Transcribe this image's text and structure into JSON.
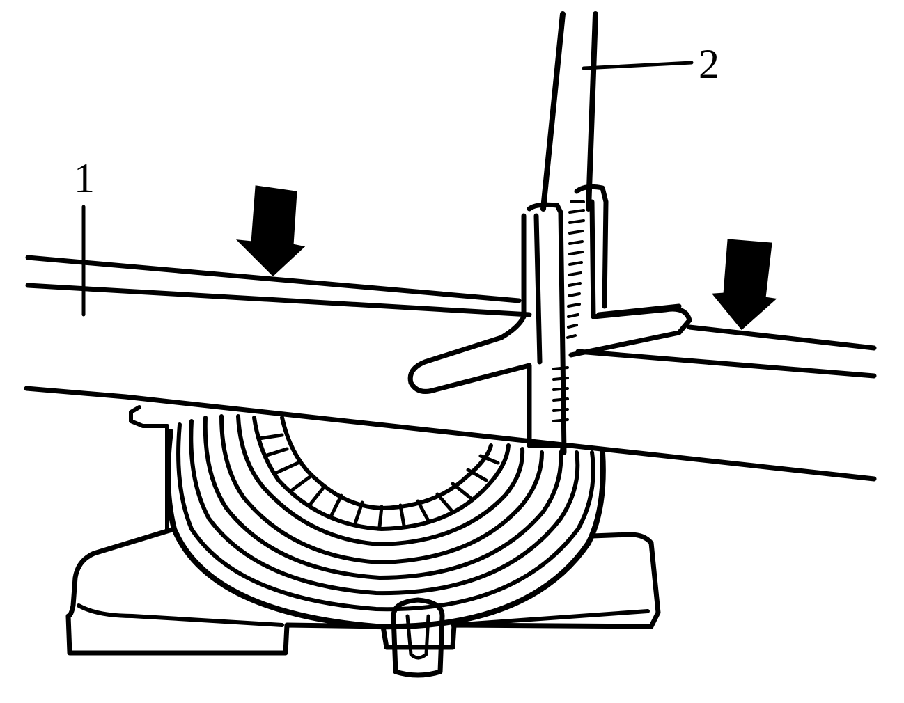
{
  "diagram": {
    "callouts": [
      {
        "id": "1",
        "text": "1"
      },
      {
        "id": "2",
        "text": "2"
      }
    ],
    "colors": {
      "ink": "#000000",
      "background": "#ffffff"
    }
  }
}
